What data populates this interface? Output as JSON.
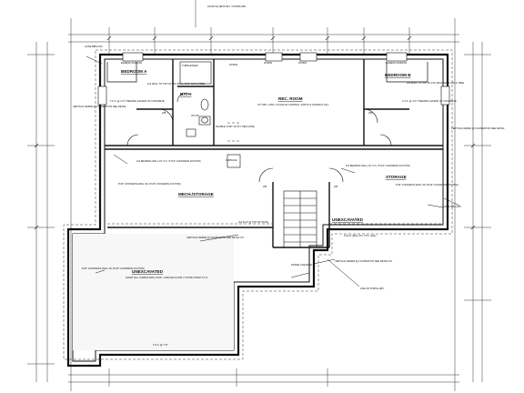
{
  "drawing": {
    "title_callout": "10X18 SQ DECK BLT / STAIRS ABV.",
    "rooms": {
      "bedroom_a": "BEDROOM A",
      "bedroom_b": "BEDROOM B",
      "bath": "BATH",
      "tub_shower": "TUB/SHOWER",
      "rec_room": "REC. ROOM",
      "mech_storage": "MECH./STORAGE",
      "storage": "STORAGE",
      "unexcavated_main": "UNEXCAVATED",
      "unexcavated_small": "UNEXCAVATED",
      "furnace": "FURNACE"
    },
    "notes": {
      "rec_slab": "3.5\" MIN. CONC. FLOOR W/ CONTROL JOINTS & COMPACT FILL",
      "unexc_fill": "(SAND FILL COMPACTED) CONC. GARAGE FLOOR 4\" DOWN FROM T.O.S.",
      "egress_a": "T.O.S. @ 4'-6\" TREATED 2x8 END OF CONCRETE",
      "egress_b": "T.O.S. @ 4'-6\" TREATED 2x8 END OF CONCRETE",
      "wall_a": "2x4 WALL TO TOP OF FTG WALL WITH CAP & TREE",
      "wall_b": "2x4 WALL TO TOP OF FTG WALL WITH CAP & TREE",
      "egress_win_a": "EGRESS WINDOW",
      "egress_win_b": "EGRESS WINDOW",
      "vent_a": "VERTICAL REBAR @ FOUNDATION SEE DETAIL",
      "vent_b": "VERTICAL REBAR @ FOUNDATION SEE DETAIL",
      "bearing_left": "2x4 BEARING WALL 16\" O.C. 8\"x16\" CONCRETE FOOTING",
      "bearing_right": "2x4 BEARING WALL 16\" O.C. 8\"x16\" CONCRETE FOOTING",
      "conc_wall_left": "8\"x8\" CONCRETE WALL W/ 16\"x8\" CONCRETE FOOTING",
      "conc_wall_right": "8\"x8\" CONCRETE WALL W/ 16\"x8\" CONCRETE FOOTING",
      "conc_wall_unexc": "8\"x8\" CONCRETE WALL W/ 16\"x8\" CONCRETE FOOTING",
      "rebar_left": "VERTICAL REBAR @ FOUNDATION SEE DETAIL 5/1",
      "rebar_right": "VERTICAL REBAR @ FOUNDATION SEE DETAIL 5/1",
      "stair_flat": "2x4 FLAT @ TOP OF STAIR",
      "footing_dim": "6'x3'x1' (MIN.) P.C. FTG. WALL",
      "frame_line": "FRAME LINE BACK 4\"",
      "porch": "LINE OF PORCH ABV.",
      "sill_left": "HOSE BIB/LOCK",
      "sill_right": "HOSE BIB/LOCK",
      "tos": "T.O.S. @ 7'-8\"",
      "double_joist": "DOUBLE JOIST 3/4 PLY PER CODE",
      "bath_dims": "3'6\"x5'",
      "door_a": "2/8",
      "door_b": "2/8",
      "door_c": "2/8",
      "door_d": "2/8",
      "dim_window_a": "FP3462",
      "dim_window_b": "FP3462",
      "dim_window_c": "FP3462"
    }
  }
}
